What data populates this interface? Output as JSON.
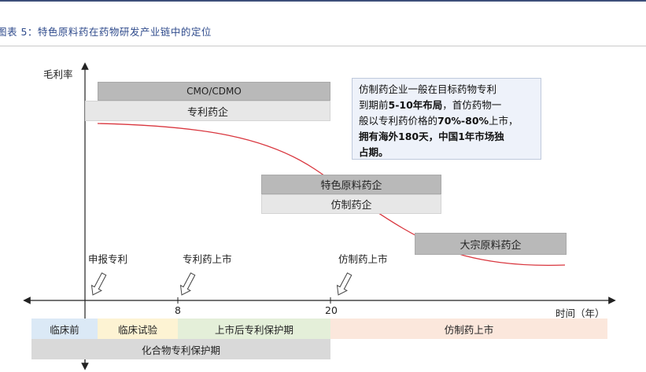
{
  "caption": "图表 5：特色原料药在药物研发产业链中的定位",
  "y_axis_label": "毛利率",
  "x_axis_label": "时间（年）",
  "x_ticks": [
    "8",
    "20"
  ],
  "bars": {
    "cmo": "CMO/CDMO",
    "innovative": "专利药企",
    "specialty_api": "特色原料药企",
    "generic": "仿制药企",
    "bulk_api": "大宗原料药企"
  },
  "note": {
    "line1": "仿制药企业一般在目标药物专利",
    "line2_a": "到期前",
    "line2_b": "5-10年布局",
    "line2_c": "，首仿药物一",
    "line3_a": "般以专利药价格的",
    "line3_b": "70%-80%",
    "line3_c": "上市，",
    "line4": "拥有海外180天，中国1年市场独",
    "line5": "占期。"
  },
  "milestones": {
    "patent_filing": "申报专利",
    "patent_drug_launch": "专利药上市",
    "generic_launch": "仿制药上市"
  },
  "phases": {
    "preclinical": "临床前",
    "clinical": "临床试验",
    "post_launch_protection": "上市后专利保护期",
    "generic_market": "仿制药上市",
    "compound_patent_period": "化合物专利保护期"
  },
  "colors": {
    "curve": "#d9363e",
    "preclinical_bg": "#dbe9f6",
    "clinical_bg": "#fdf3d3",
    "protection_bg": "#e4efd9",
    "generic_bg": "#fbe7dc",
    "compound_bg": "#d9d9d9"
  }
}
